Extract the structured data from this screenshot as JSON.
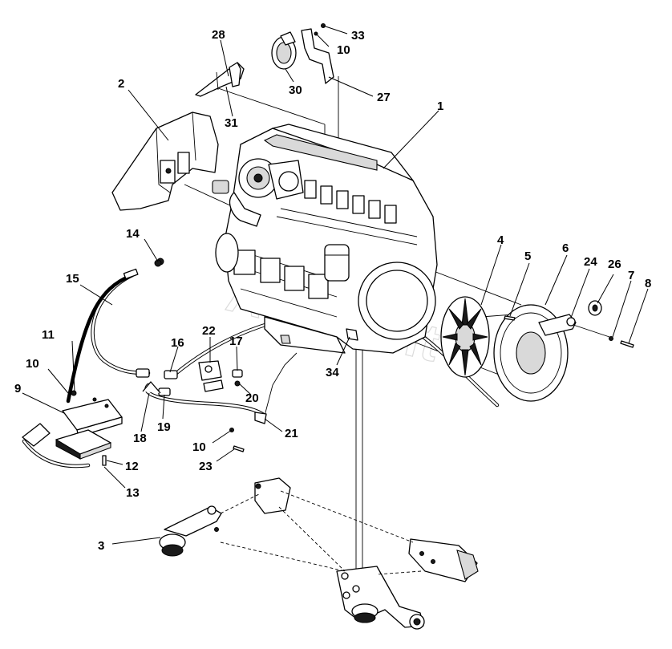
{
  "watermark": "AutoSoft",
  "callouts": [
    {
      "id": "c28",
      "text": "28"
    },
    {
      "id": "c33",
      "text": "33"
    },
    {
      "id": "c10a",
      "text": "10"
    },
    {
      "id": "c30",
      "text": "30"
    },
    {
      "id": "c27",
      "text": "27"
    },
    {
      "id": "c2",
      "text": "2"
    },
    {
      "id": "c1",
      "text": "1"
    },
    {
      "id": "c31",
      "text": "31"
    },
    {
      "id": "c14",
      "text": "14"
    },
    {
      "id": "c15",
      "text": "15"
    },
    {
      "id": "c4",
      "text": "4"
    },
    {
      "id": "c5",
      "text": "5"
    },
    {
      "id": "c6",
      "text": "6"
    },
    {
      "id": "c24",
      "text": "24"
    },
    {
      "id": "c26",
      "text": "26"
    },
    {
      "id": "c7",
      "text": "7"
    },
    {
      "id": "c8",
      "text": "8"
    },
    {
      "id": "c11",
      "text": "11"
    },
    {
      "id": "c22",
      "text": "22"
    },
    {
      "id": "c16",
      "text": "16"
    },
    {
      "id": "c17",
      "text": "17"
    },
    {
      "id": "c10b",
      "text": "10"
    },
    {
      "id": "c34",
      "text": "34"
    },
    {
      "id": "c9",
      "text": "9"
    },
    {
      "id": "c20",
      "text": "20"
    },
    {
      "id": "c19",
      "text": "19"
    },
    {
      "id": "c18",
      "text": "18"
    },
    {
      "id": "c21",
      "text": "21"
    },
    {
      "id": "c10c",
      "text": "10"
    },
    {
      "id": "c23",
      "text": "23"
    },
    {
      "id": "c12",
      "text": "12"
    },
    {
      "id": "c13",
      "text": "13"
    },
    {
      "id": "c3",
      "text": "3"
    }
  ]
}
